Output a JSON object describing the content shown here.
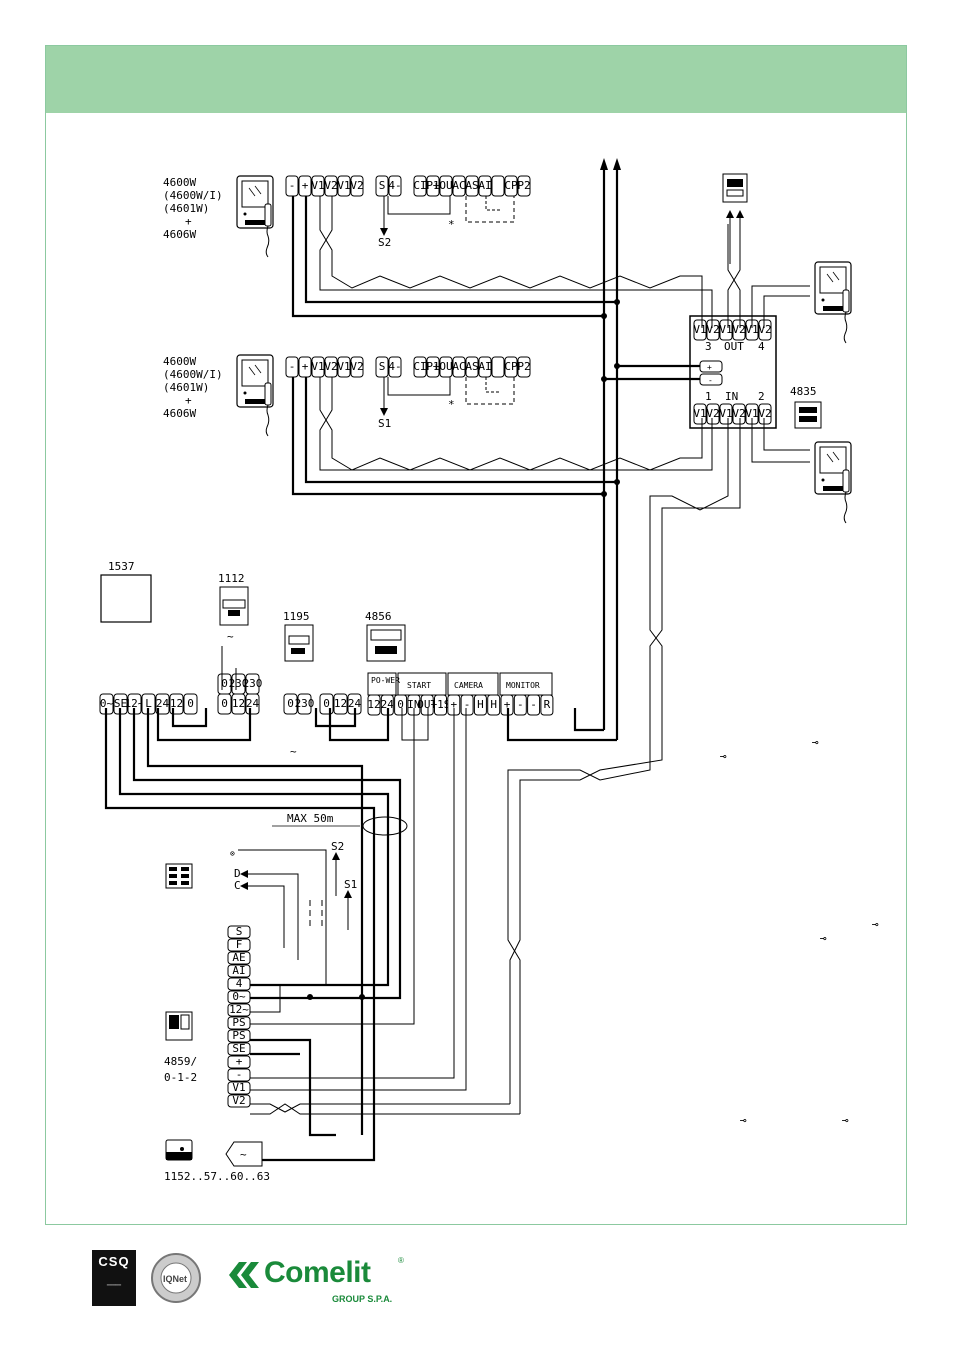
{
  "monitors": {
    "top": [
      "4600W",
      "(4600W/I)",
      "(4601W)",
      "+",
      "4606W"
    ],
    "middle": [
      "4600W",
      "(4600W/I)",
      "(4601W)",
      "+",
      "4606W"
    ]
  },
  "terminals": {
    "monitor_row": [
      "-",
      "+",
      "V1",
      "V2",
      "V1",
      "V2",
      "S",
      "4-",
      "CI",
      "P1",
      "+OUT",
      "AC",
      "AS",
      "AI",
      "",
      "CP",
      "P2"
    ],
    "selector_in": [
      "1",
      "IN",
      "2"
    ],
    "selector_out": [
      "3",
      "OUT",
      "4"
    ]
  },
  "callouts": {
    "s2": "S2",
    "s1": "S1",
    "d": "D",
    "c": "C",
    "asterisk": "*"
  },
  "devices": {
    "d1537": "1537",
    "d1112": "1112",
    "d1195": "1195",
    "d4856": "4856",
    "d4835": "4835",
    "d4859": [
      "4859/",
      "0-1-2"
    ],
    "d1152": "1152..57..60..63"
  },
  "power_unit": {
    "sections": [
      "PO-WER",
      "START",
      "CAMERA",
      "MONITOR"
    ],
    "terms": [
      "12",
      "24",
      "0",
      "IN",
      "OUT",
      "+1S",
      "+",
      "-",
      "H",
      "H",
      "+",
      "-",
      "-",
      "R"
    ]
  },
  "panel_terminals": [
    "S",
    "F",
    "AE",
    "AI",
    "4",
    "0~",
    "12~",
    "PS",
    "PS",
    "SE",
    "+",
    "-",
    "V1",
    "V2"
  ],
  "max_label": "MAX 50m",
  "footer": {
    "csq": "CSQ",
    "iqnet": "IQNet",
    "brand": "Comelit",
    "brand_sub": "GROUP S.P.A."
  }
}
